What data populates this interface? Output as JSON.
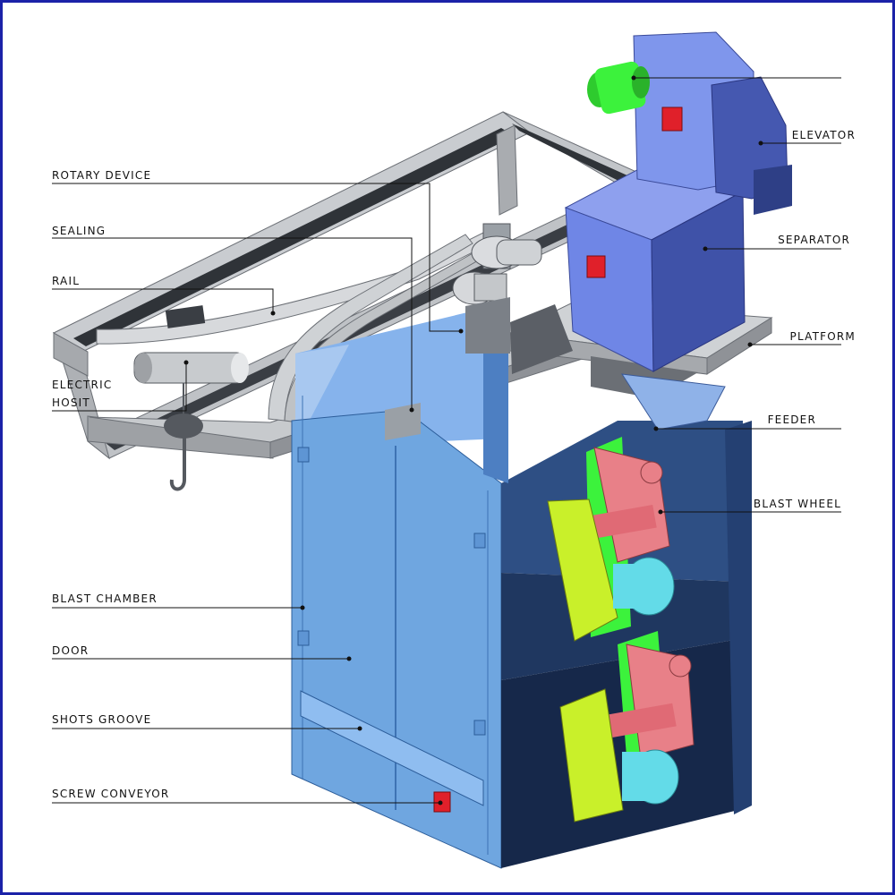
{
  "diagram": {
    "frame_color": "#1b22a8",
    "labels": {
      "rotary_device": "ROTARY DEVICE",
      "sealing": "SEALING",
      "rail": "RAIL",
      "electric_hosit_line1": "ELECTRIC",
      "electric_hosit_line2": "HOSIT",
      "blast_chamber": "BLAST CHAMBER",
      "door": "DOOR",
      "shots_groove": "SHOTS GROOVE",
      "screw_conveyor": "SCREW CONVEYOR",
      "elevator": "ELEVATOR",
      "separator": "SEPARATOR",
      "platform": "PLATFORM",
      "feeder": "FEEDER",
      "blast_wheel": "BLAST WHEEL"
    },
    "colors": {
      "chamber_light": "#6fa6e0",
      "chamber_mid": "#4f86c6",
      "chamber_dark": "#1c3358",
      "machine_blue": "#6f86e6",
      "machine_dark": "#2e3f86",
      "frame_grey": "#b9bcc0",
      "frame_dark": "#5b5f66",
      "motor_green": "#3cf23c",
      "wheel_red": "#e88088",
      "guard_yellow": "#c9f02a",
      "motor_cyan": "#63dbe8",
      "button_red": "#e0202a"
    }
  }
}
